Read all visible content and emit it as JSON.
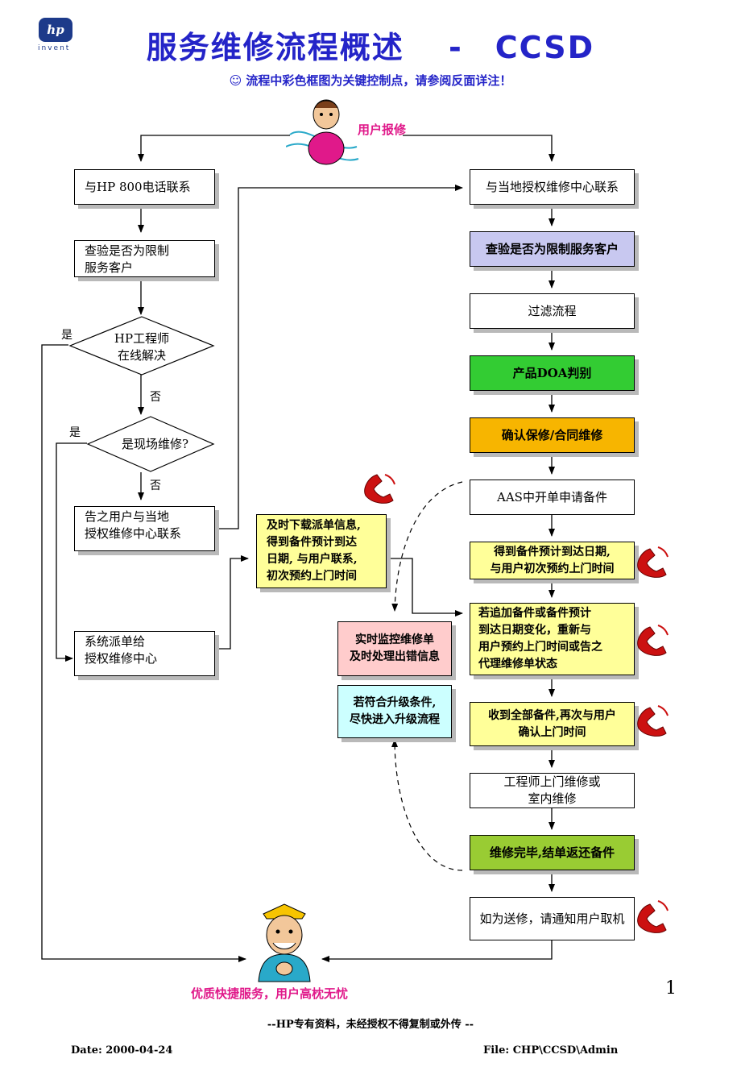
{
  "header": {
    "logo_text": "hp",
    "logo_sub": "invent",
    "title": "服务维修流程概述　 -　CCSD",
    "subtitle": "☺  流程中彩色框图为关键控制点，请参阅反面详注！"
  },
  "start_label": "用户报修",
  "left_flow": {
    "box1": "与HP 800电话联系",
    "box2_l1": "查验是否为限制",
    "box2_l2": "服务客户",
    "dec1_l1": "HP工程师",
    "dec1_l2": "在线解决",
    "dec1_yes": "是",
    "dec1_no": "否",
    "dec2": "是现场维修?",
    "dec2_yes": "是",
    "dec2_no": "否",
    "box3_l1": "告之用户与当地",
    "box3_l2": "授权维修中心联系",
    "box4_l1": "系统派单给",
    "box4_l2": "授权维修中心"
  },
  "middle": {
    "download_l1": "及时下载派单信息,",
    "download_l2": "得到备件预计到达",
    "download_l3": "日期, 与用户联系,",
    "download_l4": "初次预约上门时间",
    "monitor_l1": "实时监控维修单",
    "monitor_l2": "及时处理出错信息",
    "upgrade_l1": "若符合升级条件,",
    "upgrade_l2": "尽快进入升级流程"
  },
  "right_flow": {
    "r1": "与当地授权维修中心联系",
    "r2": "查验是否为限制服务客户",
    "r3": "过滤流程",
    "r4": "产品DOA判别",
    "r5": "确认保修/合同维修",
    "r6": "AAS中开单申请备件",
    "r7_l1": "得到备件预计到达日期,",
    "r7_l2": "与用户初次预约上门时间",
    "r8_l1": "若追加备件或备件预计",
    "r8_l2": "到达日期变化，重新与",
    "r8_l3": "用户预约上门时间或告之",
    "r8_l4": "代理维修单状态",
    "r9_l1": "收到全部备件,再次与用户",
    "r9_l2": "确认上门时间",
    "r10_l1": "工程师上门维修或",
    "r10_l2": "室内维修",
    "r11": "维修完毕,结单返还备件",
    "r12": "如为送修，请通知用户取机"
  },
  "end_label": "优质快捷服务，用户高枕无忧",
  "page_number": "1",
  "confidential": "--HP专有资料，未经授权不得复制或外传 --",
  "date": "Date: 2000-04-24",
  "file": "File: CHP\\CCSD\\Admin",
  "colors": {
    "title_blue": "#2424c8",
    "lavender": "#c8c8f0",
    "green": "#33cc33",
    "orange": "#f7b500",
    "yellow": "#ffff99",
    "light_green": "#99cc33",
    "pink": "#ffcccc",
    "light_cyan": "#ccffff",
    "phone_red": "#cc1111",
    "label_pink": "#e0198a"
  },
  "icons": [
    "hp-logo-icon",
    "smiley-icon",
    "phone-icon",
    "person-cartoon-icon"
  ]
}
